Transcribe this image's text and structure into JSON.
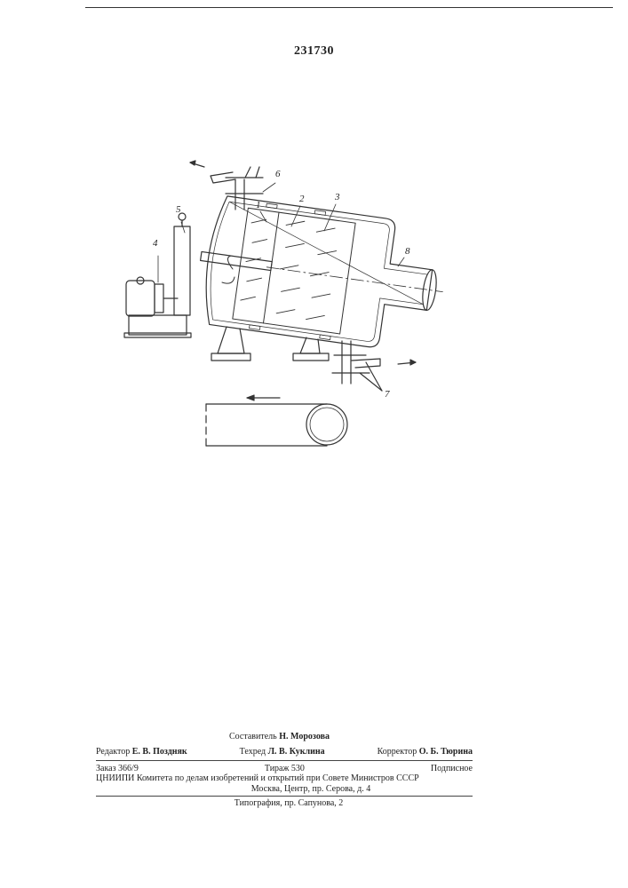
{
  "document": {
    "patent_number": "231730"
  },
  "figure": {
    "callouts": [
      "1",
      "2",
      "3",
      "4",
      "5",
      "6",
      "7",
      "8"
    ]
  },
  "imprint": {
    "compiler_label": "Составитель",
    "compiler_name": "Н. Морозова",
    "editor_label": "Редактор",
    "editor_name": "Е. В. Поздняк",
    "techred_label": "Техред",
    "techred_name": "Л. В. Куклина",
    "corrector_label": "Корректор",
    "corrector_name": "О. Б. Тюрина",
    "order": "Заказ 366/9",
    "print_run": "Тираж 530",
    "subscription": "Подписное",
    "institute_line": "ЦНИИПИ Комитета по делам изобретений и открытий при Совете Министров СССР",
    "address": "Москва, Центр, пр. Серова, д. 4",
    "printing_house": "Типография, пр. Сапунова, 2"
  }
}
